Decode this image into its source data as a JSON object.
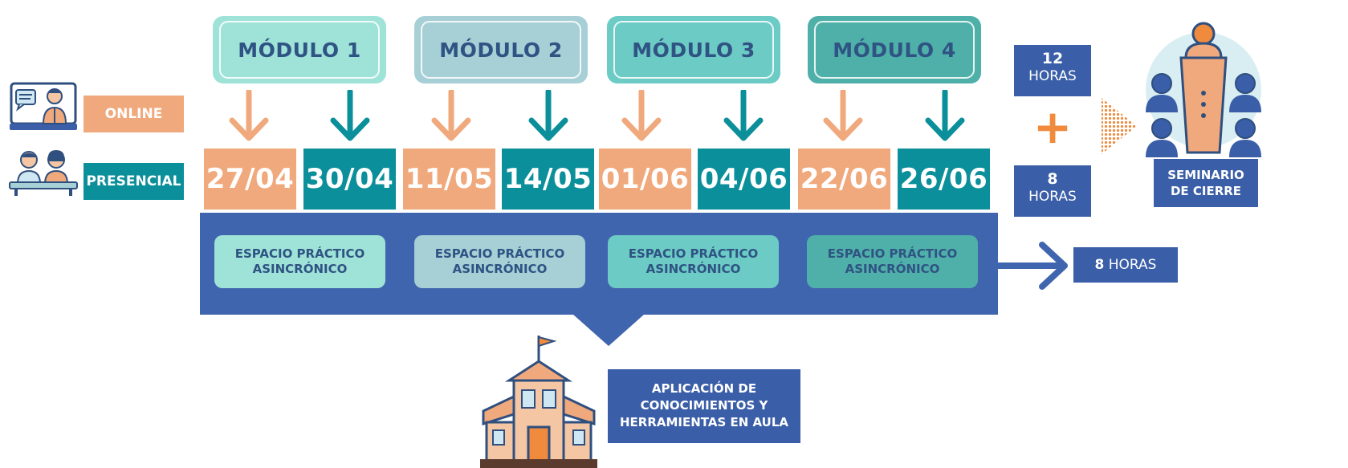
{
  "modules": [
    {
      "label": "MÓDULO 1",
      "color": "#9fe3d8"
    },
    {
      "label": "MÓDULO 2",
      "color": "#a6cfd6"
    },
    {
      "label": "MÓDULO 3",
      "color": "#6ccbc5"
    },
    {
      "label": "MÓDULO 4",
      "color": "#4fb0a9"
    }
  ],
  "modes": {
    "online_label": "ONLINE",
    "presencial_label": "PRESENCIAL",
    "online_color": "#f0a97c",
    "presencial_color": "#0b8f9a"
  },
  "dates": [
    "27/04",
    "30/04",
    "11/05",
    "14/05",
    "01/06",
    "04/06",
    "22/06",
    "26/06"
  ],
  "practice": {
    "line1": "ESPACIO PRÁCTICO",
    "line2": "ASINCRÓNICO",
    "hours_number": "8",
    "hours_unit": "HORAS"
  },
  "hours": {
    "top_number": "12",
    "top_unit": "HORAS",
    "bottom_number": "8",
    "bottom_unit": "HORAS",
    "plus": "+"
  },
  "seminar": {
    "line1": "SEMINARIO",
    "line2": "DE CIERRE"
  },
  "application": {
    "line1": "APLICACIÓN DE",
    "line2": "CONOCIMIENTOS Y",
    "line3": "HERRAMIENTAS EN AULA"
  },
  "icons": [
    "online-teacher-icon",
    "classroom-students-icon",
    "down-arrow-icon",
    "chevron-arrow-icon",
    "seminar-icon",
    "school-building-icon"
  ]
}
